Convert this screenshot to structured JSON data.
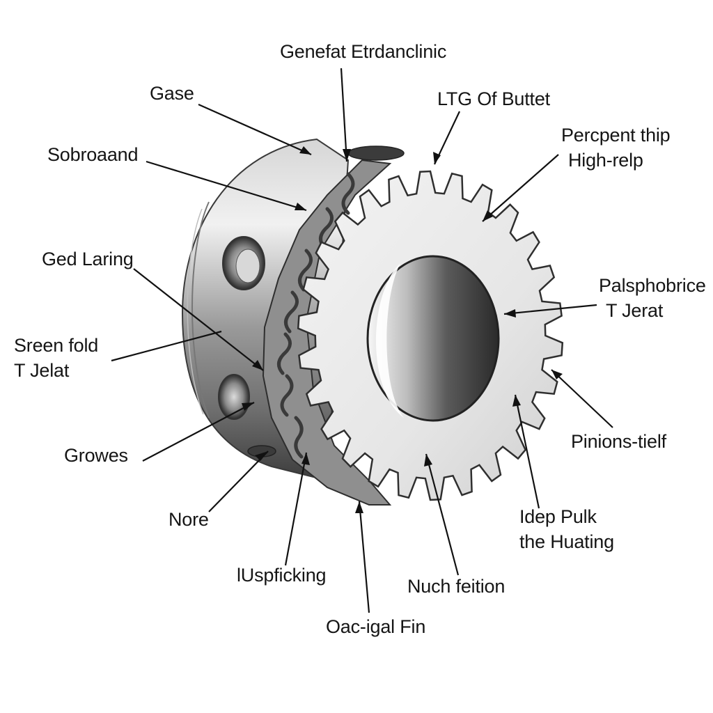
{
  "labels": {
    "general": "Genefat Etrdanclinic",
    "gase": "Gase",
    "ltg": "LTG Of Buttet",
    "sobroaand": "Sobroaand",
    "percpent_1": "Percpent thip",
    "percpent_2": "High-relp",
    "ged_laring": "Ged Laring",
    "palsphobrice_1": "Palsphobrice",
    "palsphobrice_2": "T Jerat",
    "sreen_1": "Sreen fold",
    "sreen_2": "T Jelat",
    "growes": "Growes",
    "pinions": "Pinions-tielf",
    "nore": "Nore",
    "idep_1": "Idep Pulk",
    "idep_2": "the Huating",
    "iuspficking": "lUspficking",
    "nuch": "Nuch feition",
    "oac": "Oac-igal Fin"
  },
  "colors": {
    "ink": "#151515",
    "metal_light": "#ededed",
    "metal_mid": "#a9a9a9",
    "metal_dark": "#3a3a3a"
  }
}
